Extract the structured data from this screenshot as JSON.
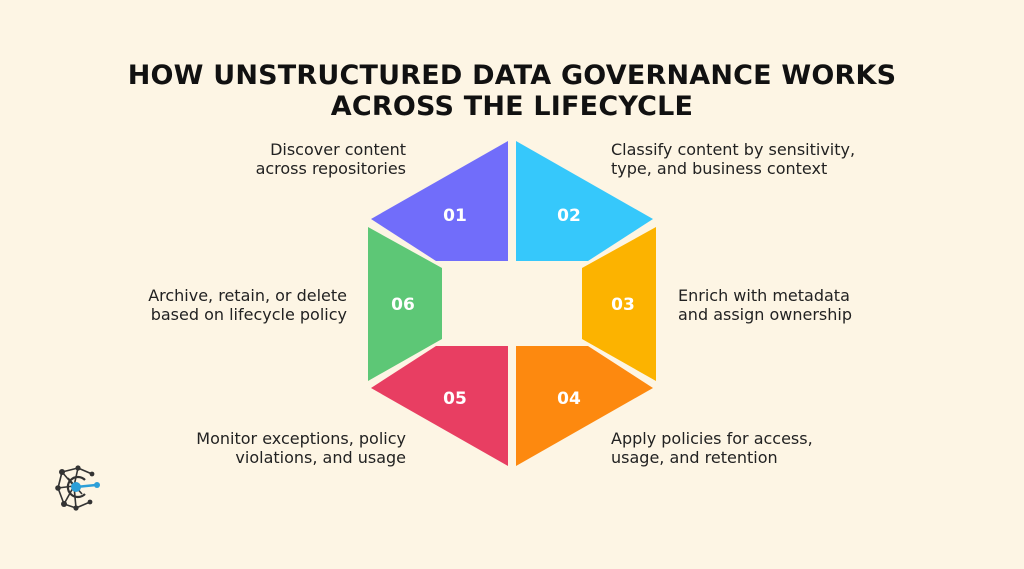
{
  "title": {
    "line1": "HOW UNSTRUCTURED DATA GOVERNANCE WORKS",
    "line2": "ACROSS THE LIFECYCLE"
  },
  "steps": [
    {
      "number": "01",
      "color": "#716dfa",
      "line1": "Discover content",
      "line2": "across repositories"
    },
    {
      "number": "02",
      "color": "#36c8fb",
      "line1": "Classify content by sensitivity,",
      "line2": "type, and business context"
    },
    {
      "number": "03",
      "color": "#fcb300",
      "line1": "Enrich with metadata",
      "line2": "and assign ownership"
    },
    {
      "number": "04",
      "color": "#fd890f",
      "line1": "Apply policies for access,",
      "line2": "usage, and retention"
    },
    {
      "number": "05",
      "color": "#e83e62",
      "line1": "Monitor exceptions, policy",
      "line2": "violations, and usage"
    },
    {
      "number": "06",
      "color": "#5dc776",
      "line1": "Archive, retain, or delete",
      "line2": "based on lifecycle policy"
    }
  ],
  "logo": {
    "icon": "network-logo-icon",
    "accent": "#2d9fd8",
    "dark": "#333333"
  }
}
